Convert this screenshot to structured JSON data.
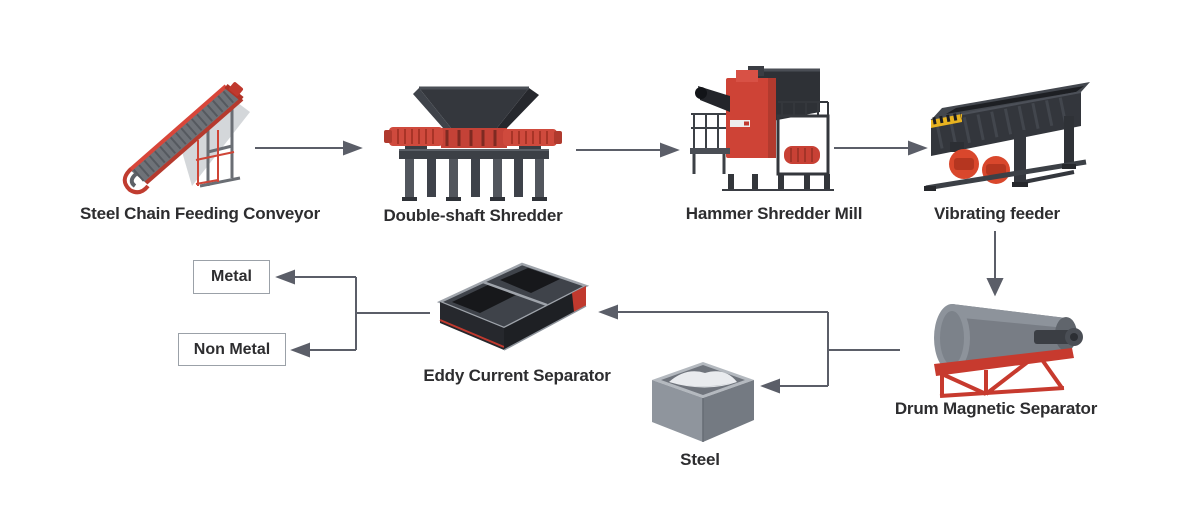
{
  "diagram_type": "process-flow",
  "nodes": {
    "conveyor": {
      "label": "Steel Chain Feeding Conveyor",
      "type": "machine"
    },
    "double_shaft_shredder": {
      "label": "Double-shaft Shredder",
      "type": "machine"
    },
    "hammer_shredder_mill": {
      "label": "Hammer Shredder Mill",
      "type": "machine"
    },
    "vibrating_feeder": {
      "label": "Vibrating feeder",
      "type": "machine"
    },
    "drum_magnetic_separator": {
      "label": "Drum Magnetic Separator",
      "type": "machine"
    },
    "eddy_current_separator": {
      "label": "Eddy Current Separator",
      "type": "machine"
    },
    "steel": {
      "label": "Steel",
      "type": "output"
    },
    "metal": {
      "label": "Metal",
      "type": "output-box"
    },
    "non_metal": {
      "label": "Non Metal",
      "type": "output-box"
    }
  },
  "edges": [
    {
      "from": "Steel Chain Feeding Conveyor",
      "to": "Double-shaft Shredder"
    },
    {
      "from": "Double-shaft Shredder",
      "to": "Hammer Shredder Mill"
    },
    {
      "from": "Hammer Shredder Mill",
      "to": "Vibrating feeder"
    },
    {
      "from": "Vibrating feeder",
      "to": "Drum Magnetic Separator"
    },
    {
      "from": "Drum Magnetic Separator",
      "to": "Eddy Current Separator"
    },
    {
      "from": "Drum Magnetic Separator",
      "to": "Steel"
    },
    {
      "from": "Eddy Current Separator",
      "to": "Metal"
    },
    {
      "from": "Eddy Current Separator",
      "to": "Non Metal"
    }
  ],
  "colors": {
    "machine_red": "#cf4537",
    "machine_red_dark": "#a83427",
    "machine_dark": "#33363c",
    "machine_gray": "#82878e",
    "arrow": "#5b5e68",
    "label_text": "#2d2d2f",
    "box_border": "#9ba1a8",
    "background": "#ffffff"
  }
}
